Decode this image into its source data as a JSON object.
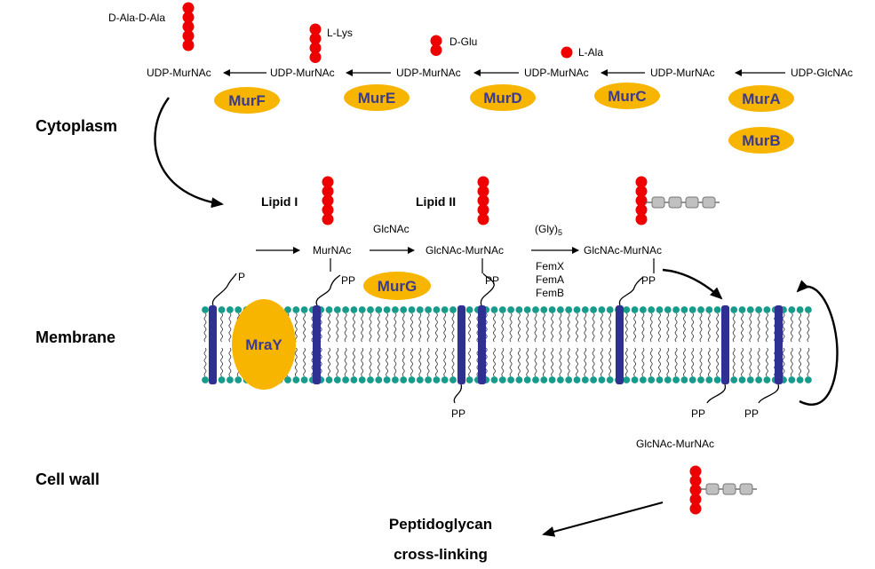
{
  "regions": {
    "cytoplasm": "Cytoplasm",
    "membrane": "Membrane",
    "cell_wall": "Cell wall"
  },
  "cytoplasm_pathway": {
    "precursors": [
      "UDP-MurNAc",
      "UDP-MurNAc",
      "UDP-MurNAc",
      "UDP-MurNAc",
      "UDP-MurNAc",
      "UDP-GlcNAc"
    ],
    "added_residues": [
      "D-Ala-D-Ala",
      "L-Lys",
      "D-Glu",
      "L-Ala"
    ],
    "enzymes": [
      "MurF",
      "MurE",
      "MurD",
      "MurC",
      "MurA",
      "MurB"
    ]
  },
  "membrane_steps": {
    "lipid_i": "Lipid I",
    "lipid_ii": "Lipid II",
    "lipid_i_sugar": "MurNAc",
    "glcnac_added": "GlcNAc",
    "lipid_ii_sugar": "GlcNAc-MurNAc",
    "gly_label": "(Gly)",
    "gly_subscript": "5",
    "fem_enzymes": [
      "FemX",
      "FemA",
      "FemB"
    ],
    "branched_sugar": "GlcNAc-MurNAc",
    "phosphate_p": "P",
    "phosphate_pp": "PP",
    "mray": "MraY",
    "murg": "MurG"
  },
  "cell_wall": {
    "sugar": "GlcNAc-MurNAc",
    "crosslink_line1": "Peptidoglycan",
    "crosslink_line2": "cross-linking"
  },
  "colors": {
    "enzyme_fill": "#f7b500",
    "enzyme_text": "#3b3a8c",
    "amino_acid": "#ee0000",
    "lipid_head": "#179c8c",
    "carrier": "#2e3192",
    "glycine_bead": "#c0c0c0"
  }
}
